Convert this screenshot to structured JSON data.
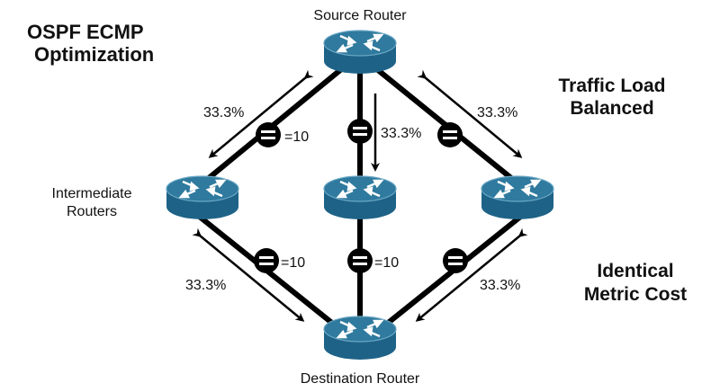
{
  "title": [
    "OSPF ECMP",
    "Optimization"
  ],
  "side_labels": {
    "traffic": [
      "Traffic Load",
      "Balanced"
    ],
    "metric": [
      "Identical",
      "Metric Cost"
    ],
    "intermediate": [
      "Intermediate",
      "Routers"
    ]
  },
  "routers": {
    "source": {
      "label": "Source Router"
    },
    "destination": {
      "label": "Destination Router"
    },
    "left": {
      "label": ""
    },
    "middle": {
      "label": ""
    },
    "right": {
      "label": ""
    }
  },
  "links": {
    "upper_left": {
      "cost": "=10",
      "share": "33.3%"
    },
    "upper_middle": {
      "cost": "",
      "share": "33.3%"
    },
    "upper_right": {
      "cost": "",
      "share": "33.3%"
    },
    "lower_left": {
      "cost": "=10",
      "share": "33.3%"
    },
    "lower_middle": {
      "cost": "=10",
      "share": ""
    },
    "lower_right": {
      "cost": "",
      "share": "33.3%"
    }
  },
  "colors": {
    "router_top": "#2f7a9e",
    "router_side": "#1e6387",
    "router_rim": "#6aa6c4",
    "line": "#000000"
  },
  "icons": {
    "router": "router-icon",
    "equal_cost": "equal-cost-icon",
    "arrow": "arrow-icon"
  }
}
